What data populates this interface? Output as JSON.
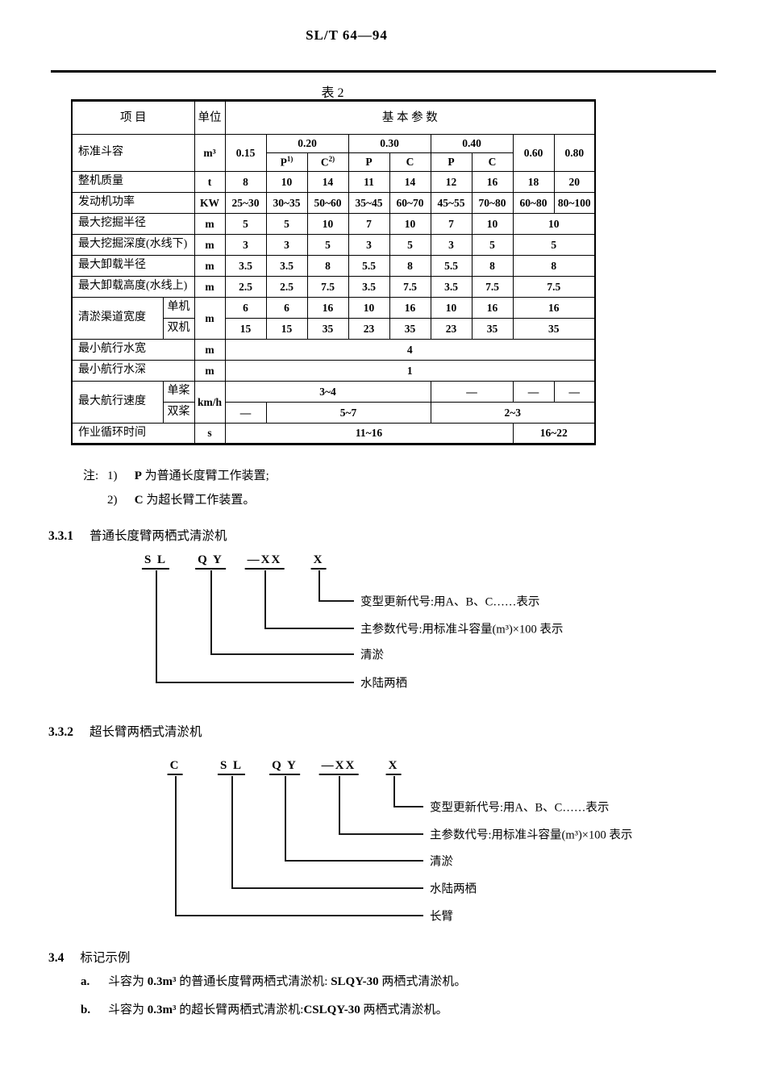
{
  "page": {
    "doc_code": "SL/T  64—94",
    "table_title": "表   2"
  },
  "table": {
    "header": {
      "item": "项    目",
      "unit": "单位",
      "params": "基  本  参  数"
    },
    "bucket": {
      "label": "标准斗容",
      "unit": "m³",
      "v1": "0.15",
      "v2": "0.20",
      "v3": "0.30",
      "v4": "0.40",
      "v5": "0.60",
      "v6": "0.80",
      "p1": "P",
      "p1_sup": "1)",
      "c2": "C",
      "c2_sup": "2)",
      "p": "P",
      "c": "C"
    },
    "rows": [
      {
        "label": "整机质量",
        "unit": "t",
        "cells": [
          "8",
          "10",
          "14",
          "11",
          "14",
          "12",
          "16",
          "18",
          "20"
        ]
      },
      {
        "label": "发动机功率",
        "unit": "KW",
        "cells": [
          "25~30",
          "30~35",
          "50~60",
          "35~45",
          "60~70",
          "45~55",
          "70~80",
          "60~80",
          "80~100"
        ]
      },
      {
        "label": "最大挖掘半径",
        "unit": "m",
        "cells": [
          "5",
          "5",
          "10",
          "7",
          "10",
          "7",
          "10",
          "10"
        ]
      },
      {
        "label": "最大挖掘深度(水线下)",
        "unit": "m",
        "cells": [
          "3",
          "3",
          "5",
          "3",
          "5",
          "3",
          "5",
          "5"
        ]
      },
      {
        "label": "最大卸载半径",
        "unit": "m",
        "cells": [
          "3.5",
          "3.5",
          "8",
          "5.5",
          "8",
          "5.5",
          "8",
          "8"
        ]
      },
      {
        "label": "最大卸载高度(水线上)",
        "unit": "m",
        "cells": [
          "2.5",
          "2.5",
          "7.5",
          "3.5",
          "7.5",
          "3.5",
          "7.5",
          "7.5"
        ]
      },
      {
        "label": "清淤渠道宽度",
        "sub1": "单机",
        "sub2": "双机",
        "unit": "m",
        "cells1": [
          "6",
          "6",
          "16",
          "10",
          "16",
          "10",
          "16",
          "16"
        ],
        "cells2": [
          "15",
          "15",
          "35",
          "23",
          "35",
          "23",
          "35",
          "35"
        ]
      },
      {
        "label": "最小航行水宽",
        "unit": "m",
        "cells": [
          "4"
        ]
      },
      {
        "label": "最小航行水深",
        "unit": "m",
        "cells": [
          "1"
        ]
      },
      {
        "label": "最大航行速度",
        "sub1": "单桨",
        "sub2": "双桨",
        "unit": "km/h",
        "cells1": [
          "3~4",
          "—",
          "—",
          "—"
        ],
        "cells2": [
          "—",
          "5~7",
          "2~3"
        ]
      },
      {
        "label": "作业循环时间",
        "unit": "s",
        "cells": [
          "11~16",
          "16~22"
        ]
      }
    ]
  },
  "notes": {
    "label": "注:",
    "items": [
      {
        "num": "1)",
        "code": "P",
        "text": "为普通长度臂工作装置;"
      },
      {
        "num": "2)",
        "code": "C",
        "text": "为超长臂工作装置。"
      }
    ]
  },
  "section_331": {
    "num": "3.3.1",
    "title": "普通长度臂两栖式清淤机",
    "codes": [
      "S L",
      "Q Y",
      "—XX",
      "X"
    ],
    "labels": [
      "变型更新代号:用A、B、C……表示",
      "主参数代号:用标准斗容量(m³)×100 表示",
      "清淤",
      "水陆两栖"
    ]
  },
  "section_332": {
    "num": "3.3.2",
    "title": "超长臂两栖式清淤机",
    "codes": [
      "C",
      "S L",
      "Q Y",
      "—XX",
      "X"
    ],
    "labels": [
      "变型更新代号:用A、B、C……表示",
      "主参数代号:用标准斗容量(m³)×100 表示",
      "清淤",
      "水陆两栖",
      "长臂"
    ]
  },
  "section_34": {
    "num": "3.4",
    "title": "标记示例",
    "examples": [
      {
        "num": "a.",
        "pre": "斗容为 ",
        "val": "0.3m³",
        "mid": " 的普通长度臂两栖式清淤机: ",
        "model": "SLQY-30",
        "tail": " 两栖式清淤机。"
      },
      {
        "num": "b.",
        "pre": "斗容为 ",
        "val": "0.3m³",
        "mid": " 的超长臂两栖式清淤机:",
        "model": "CSLQY-30",
        "tail": " 两栖式清淤机。"
      }
    ]
  }
}
